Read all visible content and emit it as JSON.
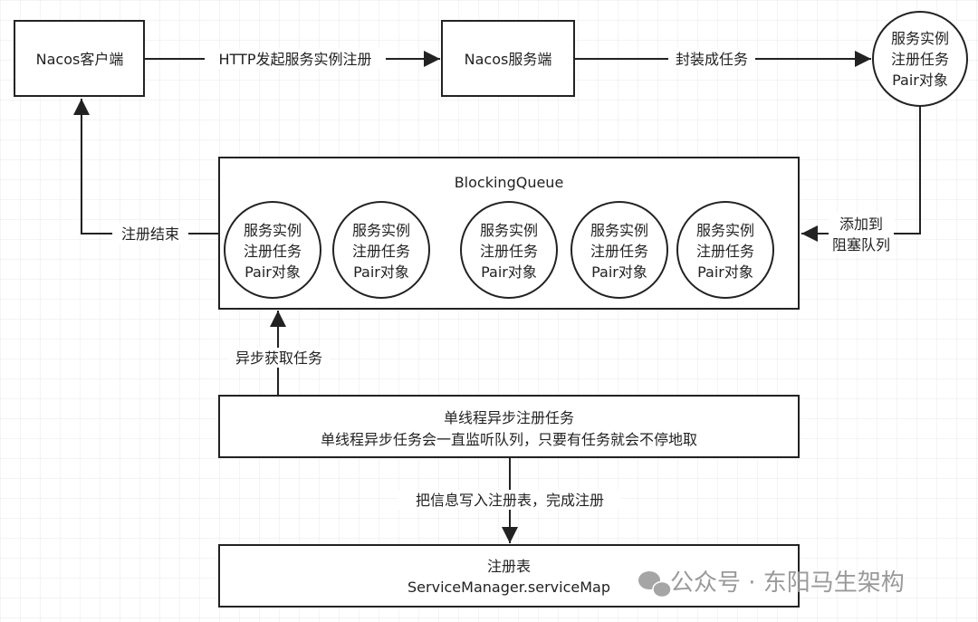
{
  "nodes": {
    "client": "Nacos客户端",
    "server": "Nacos服务端",
    "pair": [
      "服务实例",
      "注册任务",
      "Pair对象"
    ],
    "queue_title": "BlockingQueue",
    "task": [
      "单线程异步注册任务",
      "单线程异步任务会一直监听队列，只要有任务就会不停地取"
    ],
    "registry": [
      "注册表",
      "ServiceManager.serviceMap"
    ]
  },
  "edges": {
    "http_register": "HTTP发起服务实例注册",
    "wrap_task": "封装成任务",
    "add_queue": [
      "添加到",
      "阻塞队列"
    ],
    "register_done": "注册结束",
    "async_fetch": "异步获取任务",
    "write_registry": "把信息写入注册表，完成注册"
  },
  "watermark": {
    "icon": "wechat-icon",
    "text": "公众号 · 东阳马生架构"
  },
  "colors": {
    "stroke": "#222222",
    "grid": "#e6e6e6"
  }
}
